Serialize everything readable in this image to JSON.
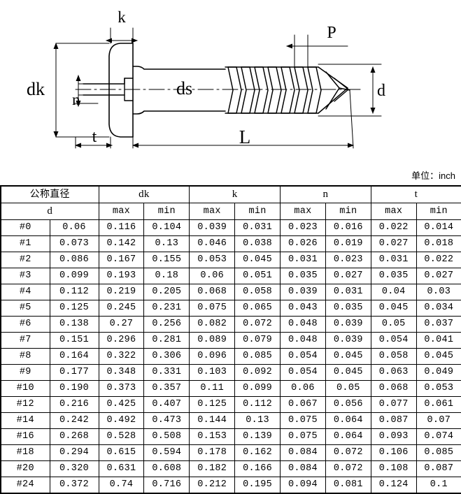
{
  "drawing": {
    "title": "wood-screw-pan-head-dimension-drawing",
    "labels": {
      "k": "k",
      "dk": "dk",
      "n": "n",
      "t": "t",
      "ds": "ds",
      "L": "L",
      "P": "P",
      "d": "d"
    }
  },
  "unit_note": "单位：inch",
  "table": {
    "group_headers": [
      {
        "label": "公称直径",
        "span": 2,
        "cjk": true
      },
      {
        "label": "dk",
        "span": 2,
        "cjk": false
      },
      {
        "label": "k",
        "span": 2,
        "cjk": false
      },
      {
        "label": "n",
        "span": 2,
        "cjk": false
      },
      {
        "label": "t",
        "span": 2,
        "cjk": false
      }
    ],
    "sub_headers": [
      "d",
      "max",
      "min",
      "max",
      "min",
      "max",
      "min",
      "max",
      "min"
    ],
    "sub_header_d": "d",
    "columns": [
      "size",
      "d",
      "dk_max",
      "dk_min",
      "k_max",
      "k_min",
      "n_max",
      "n_min",
      "t_max",
      "t_min"
    ],
    "rows": [
      [
        "#0",
        "0.06",
        "0.116",
        "0.104",
        "0.039",
        "0.031",
        "0.023",
        "0.016",
        "0.022",
        "0.014"
      ],
      [
        "#1",
        "0.073",
        "0.142",
        "0.13",
        "0.046",
        "0.038",
        "0.026",
        "0.019",
        "0.027",
        "0.018"
      ],
      [
        "#2",
        "0.086",
        "0.167",
        "0.155",
        "0.053",
        "0.045",
        "0.031",
        "0.023",
        "0.031",
        "0.022"
      ],
      [
        "#3",
        "0.099",
        "0.193",
        "0.18",
        "0.06",
        "0.051",
        "0.035",
        "0.027",
        "0.035",
        "0.027"
      ],
      [
        "#4",
        "0.112",
        "0.219",
        "0.205",
        "0.068",
        "0.058",
        "0.039",
        "0.031",
        "0.04",
        "0.03"
      ],
      [
        "#5",
        "0.125",
        "0.245",
        "0.231",
        "0.075",
        "0.065",
        "0.043",
        "0.035",
        "0.045",
        "0.034"
      ],
      [
        "#6",
        "0.138",
        "0.27",
        "0.256",
        "0.082",
        "0.072",
        "0.048",
        "0.039",
        "0.05",
        "0.037"
      ],
      [
        "#7",
        "0.151",
        "0.296",
        "0.281",
        "0.089",
        "0.079",
        "0.048",
        "0.039",
        "0.054",
        "0.041"
      ],
      [
        "#8",
        "0.164",
        "0.322",
        "0.306",
        "0.096",
        "0.085",
        "0.054",
        "0.045",
        "0.058",
        "0.045"
      ],
      [
        "#9",
        "0.177",
        "0.348",
        "0.331",
        "0.103",
        "0.092",
        "0.054",
        "0.045",
        "0.063",
        "0.049"
      ],
      [
        "#10",
        "0.190",
        "0.373",
        "0.357",
        "0.11",
        "0.099",
        "0.06",
        "0.05",
        "0.068",
        "0.053"
      ],
      [
        "#12",
        "0.216",
        "0.425",
        "0.407",
        "0.125",
        "0.112",
        "0.067",
        "0.056",
        "0.077",
        "0.061"
      ],
      [
        "#14",
        "0.242",
        "0.492",
        "0.473",
        "0.144",
        "0.13",
        "0.075",
        "0.064",
        "0.087",
        "0.07"
      ],
      [
        "#16",
        "0.268",
        "0.528",
        "0.508",
        "0.153",
        "0.139",
        "0.075",
        "0.064",
        "0.093",
        "0.074"
      ],
      [
        "#18",
        "0.294",
        "0.615",
        "0.594",
        "0.178",
        "0.162",
        "0.084",
        "0.072",
        "0.106",
        "0.085"
      ],
      [
        "#20",
        "0.320",
        "0.631",
        "0.608",
        "0.182",
        "0.166",
        "0.084",
        "0.072",
        "0.108",
        "0.087"
      ],
      [
        "#24",
        "0.372",
        "0.74",
        "0.716",
        "0.212",
        "0.195",
        "0.094",
        "0.081",
        "0.124",
        "0.1"
      ]
    ]
  },
  "colors": {
    "line": "#000000",
    "background": "#ffffff"
  }
}
